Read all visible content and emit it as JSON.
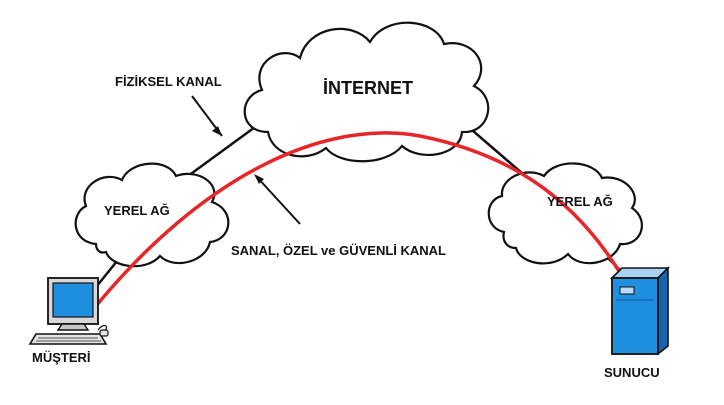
{
  "labels": {
    "internet": "İNTERNET",
    "physical_channel": "FİZİKSEL KANAL",
    "local_network_left": "YEREL AĞ",
    "local_network_right": "YEREL AĞ",
    "virtual_channel": "SANAL, ÖZEL ve GÜVENLİ KANAL",
    "client": "MÜŞTERİ",
    "server": "SUNUCU"
  },
  "colors": {
    "virtual_channel": "#e8262a",
    "device_blue": "#1f8fe0",
    "outline": "#111111"
  },
  "icons": {
    "client": "desktop-computer-icon",
    "server": "server-tower-icon"
  }
}
